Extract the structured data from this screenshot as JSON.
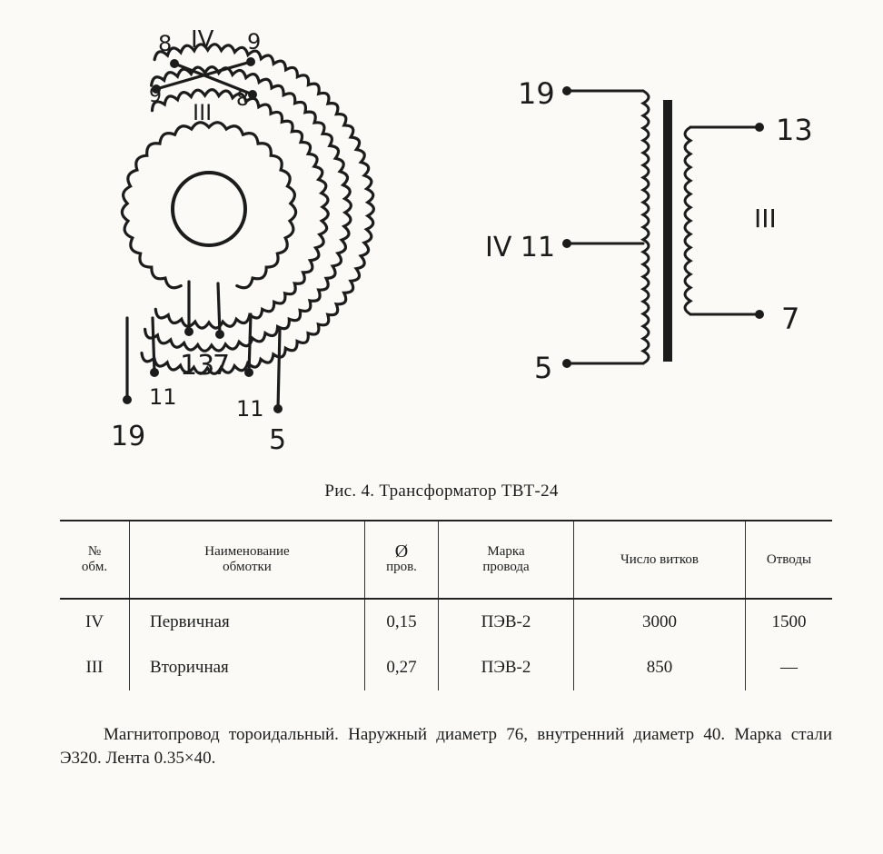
{
  "toroid": {
    "labels": {
      "top_winding": "IV",
      "inner_winding": "III",
      "top_left_start": "8",
      "top_right_start": "9",
      "cross_left": "9",
      "cross_right": "8",
      "lead_19": "19",
      "lead_11_left": "11",
      "lead_13": "13",
      "lead_7": "7",
      "lead_11_right": "11",
      "lead_5": "5"
    }
  },
  "schematic": {
    "pin_19": "19",
    "pin_iv11": "IV 11",
    "pin_5": "5",
    "pin_13": "13",
    "pin_7": "7",
    "winding_iii": "III"
  },
  "caption": "Рис. 4. Трансформатор ТВТ-24",
  "table": {
    "headers": {
      "num": [
        "№",
        "обм."
      ],
      "name": [
        "Наименование",
        "обмотки"
      ],
      "diam": [
        "Ø",
        "пров."
      ],
      "wire": [
        "Марка",
        "провода"
      ],
      "turns": "Число витков",
      "taps": "Отводы"
    },
    "rows": [
      {
        "num": "IV",
        "name": "Первичная",
        "diam": "0,15",
        "wire": "ПЭВ-2",
        "turns": "3000",
        "taps": "1500"
      },
      {
        "num": "III",
        "name": "Вторичная",
        "diam": "0,27",
        "wire": "ПЭВ-2",
        "turns": "850",
        "taps": "—"
      }
    ]
  },
  "note": "Магнитопровод тороидальный. Наружный диаметр 76, внутренний диаметр 40. Марка стали Э320. Лента 0.35×40."
}
